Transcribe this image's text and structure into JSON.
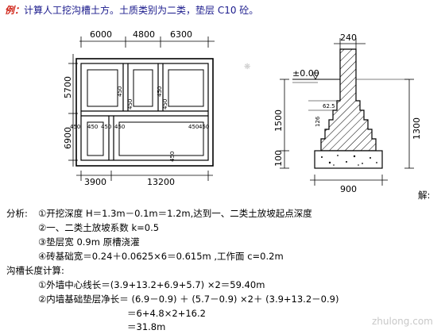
{
  "title": {
    "prefix": "例：",
    "text": "计算人工挖沟槽土方。土质类别为二类，垫层 C10 砼。"
  },
  "plan": {
    "top_dims": [
      "6000",
      "4800",
      "6300"
    ],
    "left_dims": [
      "5700",
      "6900"
    ],
    "bottom_dims": [
      "3900",
      "13200"
    ],
    "wall_label": "450"
  },
  "section": {
    "width_top": "240",
    "elevation": "±0.00",
    "step_w": "62.5",
    "step_h": "126",
    "height_1500": "1500",
    "height_1300": "1300",
    "height_100": "100",
    "width_bottom": "900",
    "answer": "解:"
  },
  "analysis": {
    "heading": "分析:",
    "items": [
      "①开挖深度 H＝1.3m－0.1m＝1.2m,达到一、二类土放坡起点深度",
      "②一、二类土放坡系数 k=0.5",
      "③垫层宽 0.9m 原槽浇灌",
      "④砖基础宽＝0.24＋0.0625×6＝0.615m ,工作面 c=0.2m"
    ]
  },
  "calc": {
    "heading": "沟槽长度计算:",
    "lines": [
      "①外墙中心线长＝(3.9+13.2+6.9+5.7) ×2＝59.40m",
      "②内墙基础垫层净长＝ (6.9－0.9) ＋ (5.7－0.9) ×2＋ (3.9+13.2－0.9)",
      "＝6+4.8×2+16.2",
      "＝31.8m"
    ]
  },
  "watermark": "zhulong.com"
}
